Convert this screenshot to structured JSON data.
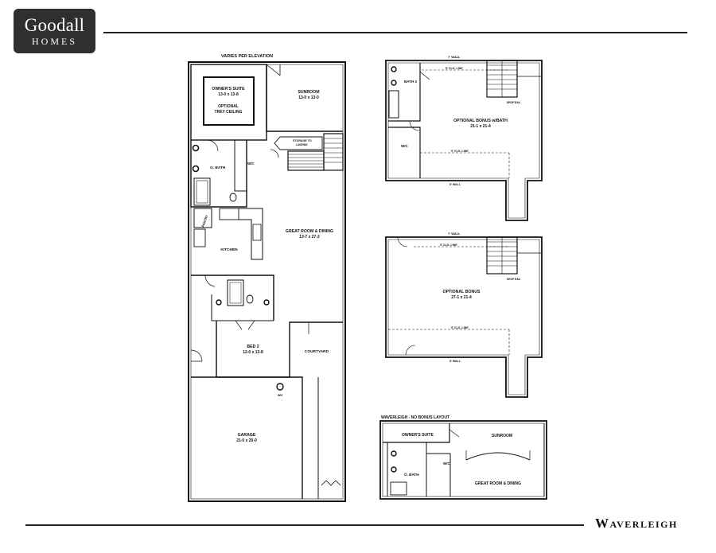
{
  "brand": {
    "line1": "Goodall",
    "line2": "HOMES"
  },
  "plan_name": "Waverleigh",
  "main_plan": {
    "top_note": "VARIES PER ELEVATION",
    "owners_suite": "OWNER'S SUITE",
    "owners_suite_dim": "13-0 x 13-8",
    "optional": "OPTIONAL",
    "trey_ceiling": "TREY CEILING",
    "sunroom": "SUNROOM",
    "sunroom_dim": "13-0 x 13-0",
    "storage": "STORAGE TO",
    "storage_2": "LANDING",
    "o_bath": "O. BATH",
    "wic": "W/C",
    "pantry": "PANTRY",
    "kitchen": "KITCHEN",
    "great_room": "GREAT ROOM & DINING",
    "great_room_dim": "13-7 x 27-2",
    "bed2": "BED 2",
    "bed2_dim": "12-0 x 13-8",
    "courtyard": "COURTYARD",
    "wh": "WH",
    "garage": "GARAGE",
    "garage_dim": "21-0 x 20-0"
  },
  "bonus_bath_plan": {
    "wall_top": "7' WALL",
    "clg_line": "5' CLG. LINE",
    "bath3": "BATH 3",
    "title": "OPTIONAL BONUS w/BATH",
    "dim": "21-1 x 21-4",
    "wic": "W/C",
    "clg_line_2": "5' CLG. LINE",
    "wall_bottom": "5' WALL",
    "stair_note": "DROP RAIL"
  },
  "bonus_plan": {
    "wall_top": "7' WALL",
    "clg_line": "5' CLG. LINE",
    "title": "OPTIONAL BONUS",
    "dim": "27-1 x 21-4",
    "clg_line_2": "5' CLG. LINE",
    "wall_bottom": "5' WALL",
    "stair_note": "DROP RAIL"
  },
  "no_bonus_plan": {
    "heading": "WAVERLEIGH - NO BONUS LAYOUT",
    "owners_suite": "OWNER'S SUITE",
    "sunroom": "SUNROOM",
    "o_bath": "O. BATH",
    "wic": "W/C",
    "great_room": "GREAT ROOM & DINING"
  }
}
